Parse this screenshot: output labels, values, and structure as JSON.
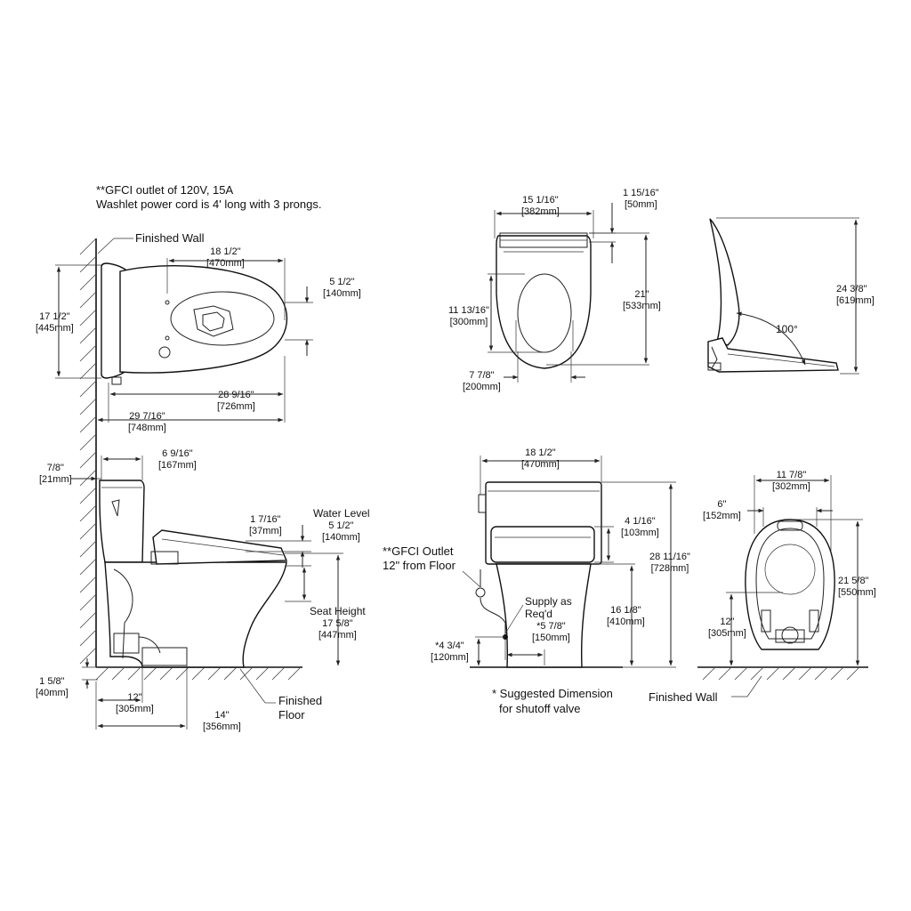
{
  "notes": {
    "gfci_line1": "**GFCI outlet of 120V, 15A",
    "gfci_line2": "Washlet power cord is 4' long with 3 prongs.",
    "suggested_line1": "* Suggested Dimension",
    "suggested_line2": "for shutoff valve"
  },
  "labels": {
    "finished_wall_top": "Finished Wall",
    "finished_floor_1": "Finished",
    "finished_floor_2": "Floor",
    "water_level": "Water Level",
    "seat_height": "Seat Height",
    "gfci_outlet_1": "**GFCI Outlet",
    "gfci_outlet_2": "12\" from Floor",
    "supply_1": "Supply as",
    "supply_2": "Req'd",
    "finished_wall_bottom": "Finished Wall",
    "angle": "100°"
  },
  "dimensions": {
    "top_length": {
      "in": "18 1/2\"",
      "mm": "[470mm]"
    },
    "top_height": {
      "in": "17 1/2\"",
      "mm": "[445mm]"
    },
    "top_bowl_offset": {
      "in": "5 1/2\"",
      "mm": "[140mm]"
    },
    "top_seat_length": {
      "in": "28 9/16\"",
      "mm": "[726mm]"
    },
    "top_overall": {
      "in": "29 7/16\"",
      "mm": "[748mm]"
    },
    "seat_width": {
      "in": "15 1/16\"",
      "mm": "[382mm]"
    },
    "seat_hinge": {
      "in": "1 15/16\"",
      "mm": "[50mm]"
    },
    "seat_length": {
      "in": "21\"",
      "mm": "[533mm]"
    },
    "seat_opening_length": {
      "in": "11 13/16\"",
      "mm": "[300mm]"
    },
    "seat_opening_width": {
      "in": "7 7/8\"",
      "mm": "[200mm]"
    },
    "lid_height": {
      "in": "24 3/8\"",
      "mm": "[619mm]"
    },
    "wall_gap": {
      "in": "7/8\"",
      "mm": "[21mm]"
    },
    "tank_depth": {
      "in": "6 9/16\"",
      "mm": "[167mm]"
    },
    "side_seat_thick": {
      "in": "1 7/16\"",
      "mm": "[37mm]"
    },
    "water_level": {
      "in": "5 1/2\"",
      "mm": "[140mm]"
    },
    "seat_height": {
      "in": "17 5/8\"",
      "mm": "[447mm]"
    },
    "base_height": {
      "in": "1 5/8\"",
      "mm": "[40mm]"
    },
    "rough_in": {
      "in": "12\"",
      "mm": "[305mm]"
    },
    "floor_depth": {
      "in": "14\"",
      "mm": "[356mm]"
    },
    "front_width": {
      "in": "18 1/2\"",
      "mm": "[470mm]"
    },
    "front_seat_thick": {
      "in": "4 1/16\"",
      "mm": "[103mm]"
    },
    "front_height": {
      "in": "28 11/16\"",
      "mm": "[728mm]"
    },
    "front_rim": {
      "in": "16 1/8\"",
      "mm": "[410mm]"
    },
    "supply_offset": {
      "in": "*5 7/8\"",
      "mm": "[150mm]"
    },
    "supply_height": {
      "in": "*4 3/4\"",
      "mm": "[120mm]"
    },
    "rear_width": {
      "in": "11 7/8\"",
      "mm": "[302mm]"
    },
    "rear_hole": {
      "in": "6\"",
      "mm": "[152mm]"
    },
    "rear_length": {
      "in": "21 5/8\"",
      "mm": "[550mm]"
    },
    "rear_rough": {
      "in": "12\"",
      "mm": "[305mm]"
    }
  }
}
